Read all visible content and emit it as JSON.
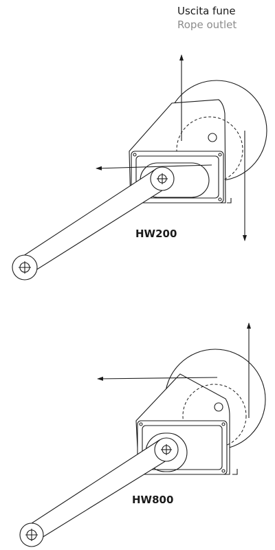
{
  "header": {
    "title_it": "Uscita fune",
    "title_en": "Rope outlet"
  },
  "diagrams": [
    {
      "model": "HW200",
      "arrows": [
        "up",
        "left",
        "down"
      ]
    },
    {
      "model": "HW800",
      "arrows": [
        "up",
        "left"
      ]
    }
  ],
  "colors": {
    "line": "#1a1a1a",
    "secondary_text": "#8c8c8c"
  }
}
